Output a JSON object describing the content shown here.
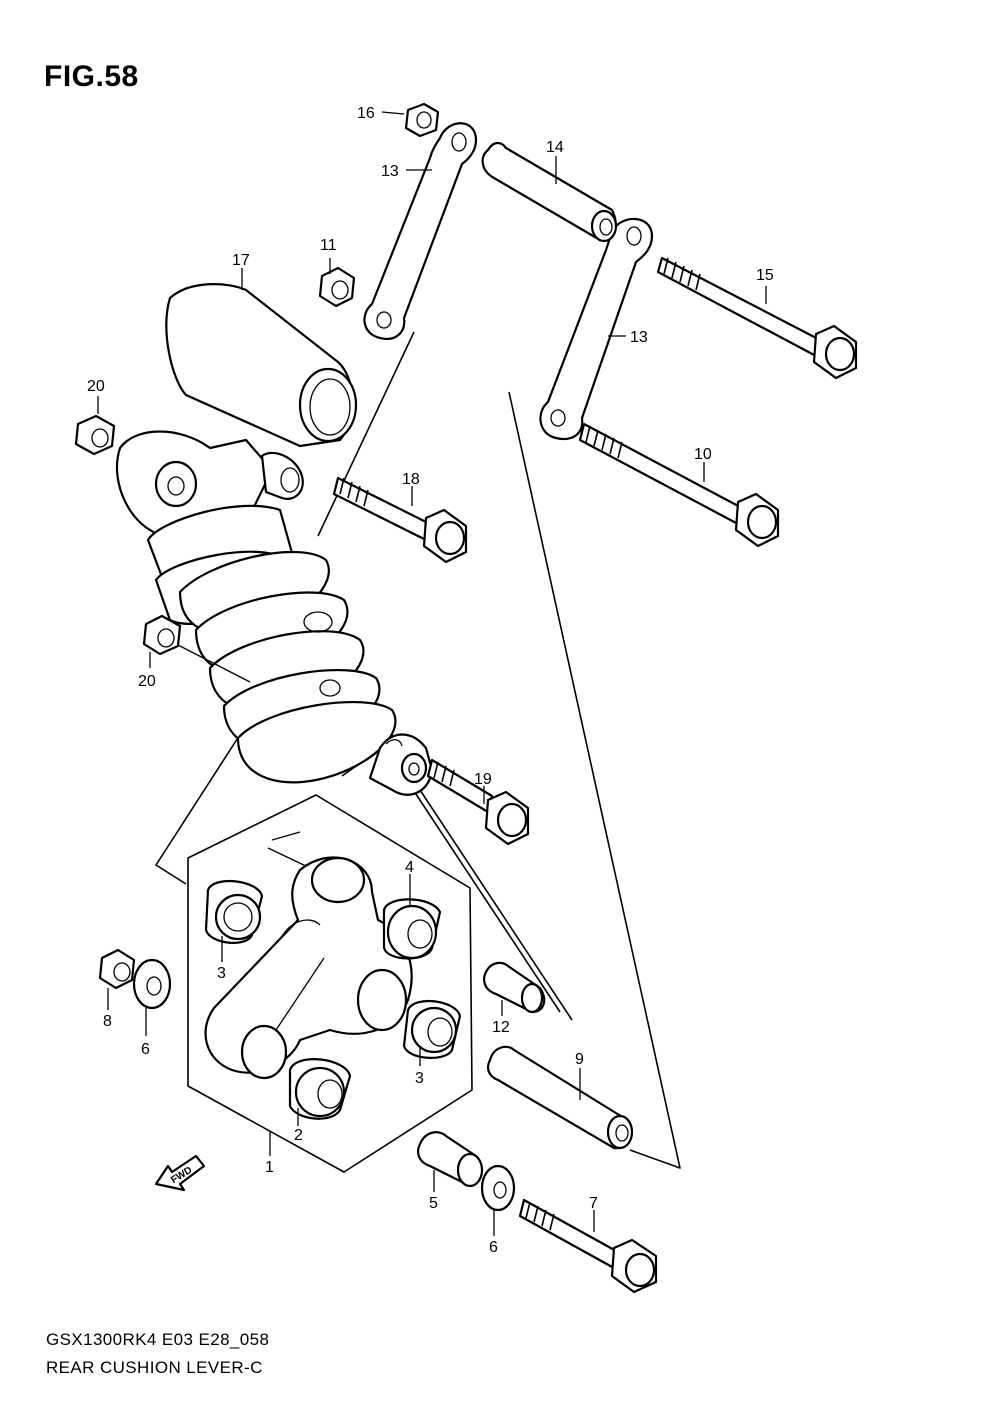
{
  "figure": {
    "title": "FIG.58",
    "model_code": "GSX1300RK4 E03 E28_058",
    "section_name": "REAR CUSHION LEVER-C",
    "fwd_label": "FWD"
  },
  "callouts": [
    {
      "id": "c1",
      "label": "1"
    },
    {
      "id": "c2",
      "label": "2"
    },
    {
      "id": "c3a",
      "label": "3"
    },
    {
      "id": "c3b",
      "label": "3"
    },
    {
      "id": "c4",
      "label": "4"
    },
    {
      "id": "c5",
      "label": "5"
    },
    {
      "id": "c6a",
      "label": "6"
    },
    {
      "id": "c6b",
      "label": "6"
    },
    {
      "id": "c7",
      "label": "7"
    },
    {
      "id": "c8",
      "label": "8"
    },
    {
      "id": "c9",
      "label": "9"
    },
    {
      "id": "c10",
      "label": "10"
    },
    {
      "id": "c11",
      "label": "11"
    },
    {
      "id": "c12",
      "label": "12"
    },
    {
      "id": "c13a",
      "label": "13"
    },
    {
      "id": "c13b",
      "label": "13"
    },
    {
      "id": "c14",
      "label": "14"
    },
    {
      "id": "c15",
      "label": "15"
    },
    {
      "id": "c16",
      "label": "16"
    },
    {
      "id": "c17",
      "label": "17"
    },
    {
      "id": "c18",
      "label": "18"
    },
    {
      "id": "c19",
      "label": "19"
    },
    {
      "id": "c20a",
      "label": "20"
    },
    {
      "id": "c20b",
      "label": "20"
    }
  ]
}
